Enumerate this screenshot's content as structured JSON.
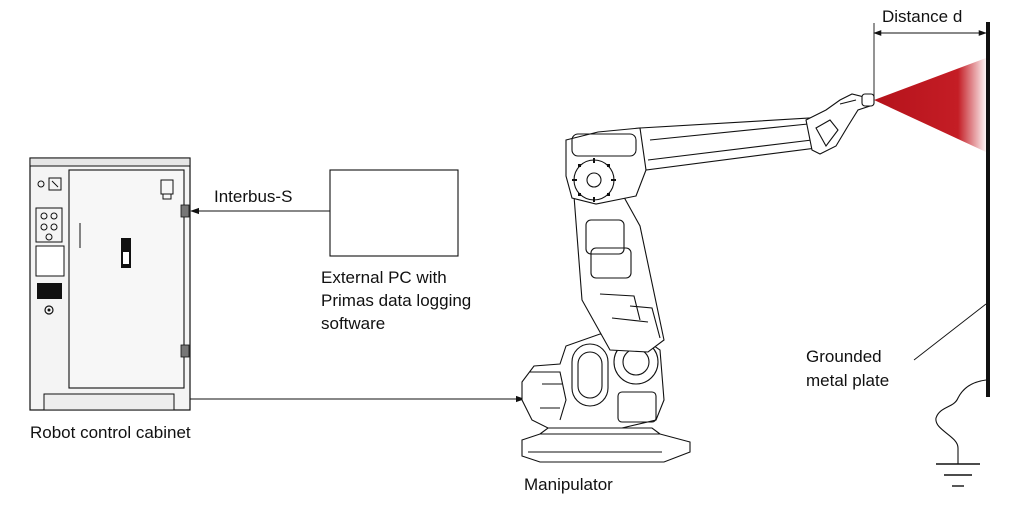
{
  "labels": {
    "distance": "Distance d",
    "interbus": "Interbus-S",
    "pc_line1": "External PC with",
    "pc_line2": "Primas data logging",
    "pc_line3": "software",
    "cabinet": "Robot control cabinet",
    "manipulator": "Manipulator",
    "plate_line1": "Grounded",
    "plate_line2": "metal plate"
  },
  "colors": {
    "spray": "#b5121b",
    "line": "#111111",
    "cabinet_fill": "#f4f4f4",
    "robot_fill": "#ffffff"
  }
}
